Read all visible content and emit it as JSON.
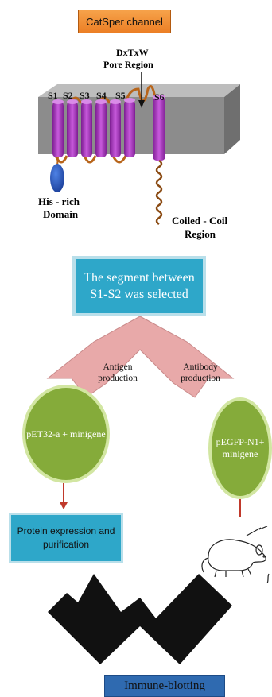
{
  "title_label": "CatSper channel",
  "channel": {
    "pore_line1": "DxTxW",
    "pore_line2": "Pore Region",
    "segments": [
      "S1",
      "S2",
      "S3",
      "S4",
      "S5",
      "S6"
    ],
    "his_line1": "His - rich",
    "his_line2": "Domain",
    "coil_line1": "Coiled - Coil",
    "coil_line2": "Region"
  },
  "segment_box": "The segment between S1-S2 was selected",
  "antigen_line1": "Antigen",
  "antigen_line2": "production",
  "antibody_line1": "Antibody",
  "antibody_line2": "production",
  "left_circle": "pET32-a + minigene",
  "right_circle": "pEGFP-N1+ minigene",
  "protein_box": "Protein expression and purification",
  "immune_box": "Immune-blotting",
  "colors": {
    "title_fill": "#ec7f25",
    "box_fill": "#2ea7c9",
    "circle_fill": "#85ab3a",
    "helix": "#b23bc9",
    "arrow_pink": "#e8a9a9",
    "red_arrow": "#c0392b",
    "immune_fill": "#2f6ab0"
  }
}
